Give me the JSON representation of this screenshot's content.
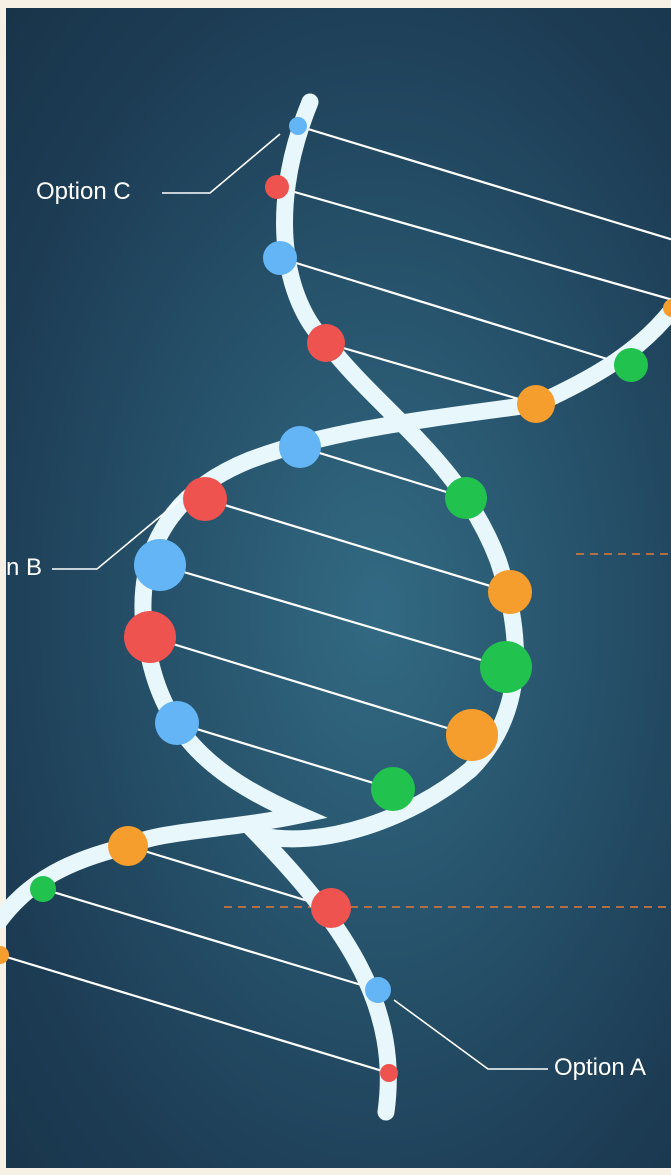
{
  "labels": {
    "option_a": "Option A",
    "option_b_partial": "n B",
    "option_c": "Option C"
  },
  "colors": {
    "background_center": "#336a83",
    "background_edge": "#183449",
    "strand": "#e8f7fb",
    "rung": "#ffffff",
    "dashed_line": "#e07a3a",
    "blue": "#64b5f6",
    "red": "#ef5350",
    "green": "#21c34e",
    "orange": "#f59e2e"
  },
  "nodes": [
    {
      "color": "blue"
    },
    {
      "color": "red"
    },
    {
      "color": "blue"
    },
    {
      "color": "red"
    },
    {
      "color": "blue"
    },
    {
      "color": "red"
    },
    {
      "color": "blue"
    },
    {
      "color": "red"
    },
    {
      "color": "blue"
    },
    {
      "color": "red"
    },
    {
      "color": "blue"
    },
    {
      "color": "red"
    },
    {
      "color": "orange"
    },
    {
      "color": "green"
    },
    {
      "color": "orange"
    },
    {
      "color": "green"
    },
    {
      "color": "orange"
    },
    {
      "color": "green"
    },
    {
      "color": "orange"
    },
    {
      "color": "green"
    },
    {
      "color": "orange"
    },
    {
      "color": "green"
    },
    {
      "color": "orange"
    }
  ]
}
